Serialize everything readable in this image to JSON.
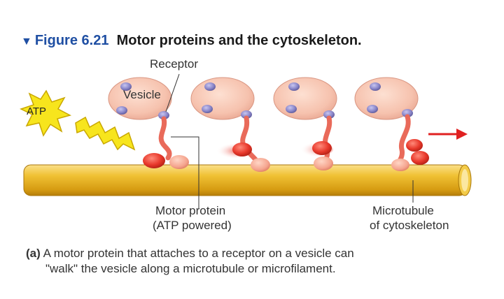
{
  "figure": {
    "number": "Figure 6.21",
    "title": "Motor proteins and the cytoskeleton."
  },
  "labels": {
    "receptor": "Receptor",
    "vesicle": "Vesicle",
    "atp": "ATP",
    "motor_protein_line1": "Motor protein",
    "motor_protein_line2": "(ATP powered)",
    "microtubule_line1": "Microtubule",
    "microtubule_line2": "of cytoskeleton"
  },
  "caption": {
    "letter": "(a)",
    "line1": "A motor protein that attaches to a receptor on a vesicle can",
    "line2": "\"walk\" the vesicle along a microtubule or microfilament."
  },
  "colors": {
    "figure_number": "#1f4fa3",
    "microtubule": "#e8b21f",
    "vesicle": "#f6c2ae",
    "motor_protein": "#e8594a",
    "receptor": "#8a86c9",
    "atp_burst": "#f7e51d",
    "arrow": "#e02020"
  }
}
